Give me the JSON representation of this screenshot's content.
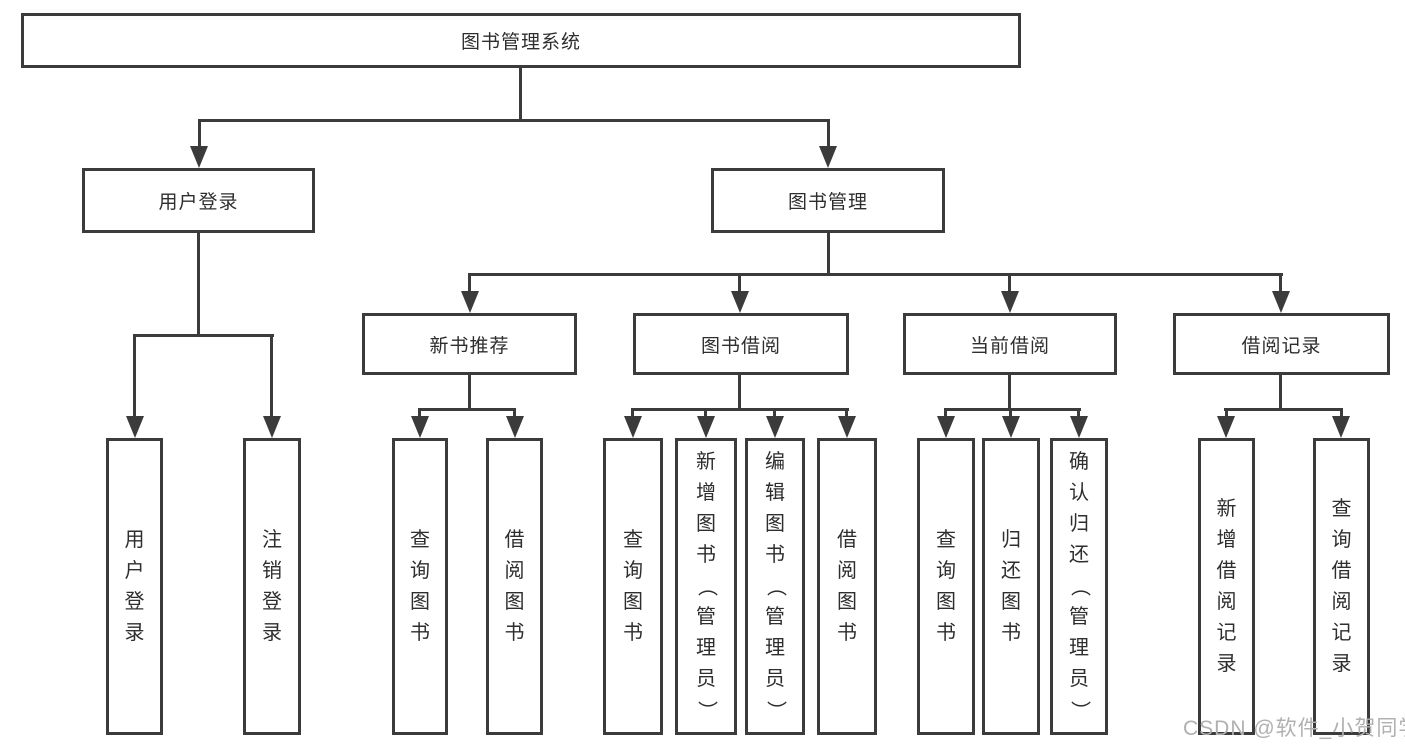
{
  "tree": {
    "label": "图书管理系统",
    "children": [
      {
        "label": "用户登录",
        "children": [
          {
            "label": "用户登录"
          },
          {
            "label": "注销登录"
          }
        ]
      },
      {
        "label": "图书管理",
        "children": [
          {
            "label": "新书推荐",
            "children": [
              {
                "label": "查询图书"
              },
              {
                "label": "借阅图书"
              }
            ]
          },
          {
            "label": "图书借阅",
            "children": [
              {
                "label": "查询图书"
              },
              {
                "label": "新增图书（管理员）"
              },
              {
                "label": "编辑图书（管理员）"
              },
              {
                "label": "借阅图书"
              }
            ]
          },
          {
            "label": "当前借阅",
            "children": [
              {
                "label": "查询图书"
              },
              {
                "label": "归还图书"
              },
              {
                "label": "确认归还（管理员）"
              }
            ]
          },
          {
            "label": "借阅记录",
            "children": [
              {
                "label": "新增借阅记录"
              },
              {
                "label": "查询借阅记录"
              }
            ]
          }
        ]
      }
    ]
  },
  "watermark": "CSDN @软件_小贺同学",
  "colors": {
    "line": "#3b3b3b",
    "text": "#2e2e2e",
    "background": "#ffffff",
    "watermark_text": "#b0b0b0"
  }
}
